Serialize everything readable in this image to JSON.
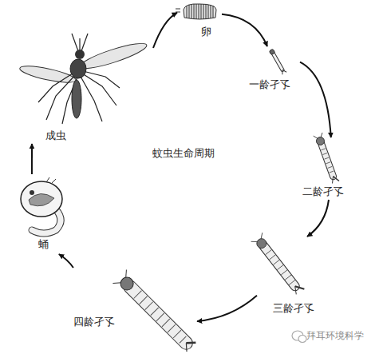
{
  "diagram": {
    "title": "蚊虫生命周期",
    "nodes": [
      {
        "text": [
          "卵"
        ]
      },
      {
        "text": [
          "一龄孑孓"
        ]
      },
      {
        "text": [
          "二龄孑孓"
        ]
      },
      {
        "text": [
          "三龄孑孓"
        ]
      },
      {
        "text": [
          "四龄孑孓"
        ]
      },
      {
        "text": [
          "蛹"
        ]
      },
      {
        "text": [
          "成虫"
        ]
      }
    ],
    "edges": [
      {
        "from": 6,
        "to": 0,
        "arrow": "to"
      },
      {
        "from": 0,
        "to": 1,
        "arrow": "to"
      },
      {
        "from": 1,
        "to": 2,
        "arrow": "to"
      },
      {
        "from": 2,
        "to": 3,
        "arrow": "to"
      },
      {
        "from": 3,
        "to": 4,
        "arrow": "to"
      },
      {
        "from": 4,
        "to": 5,
        "arrow": "to"
      },
      {
        "from": 5,
        "to": 6,
        "arrow": "to"
      }
    ],
    "labels": [
      "拜耳环境科学"
    ]
  }
}
